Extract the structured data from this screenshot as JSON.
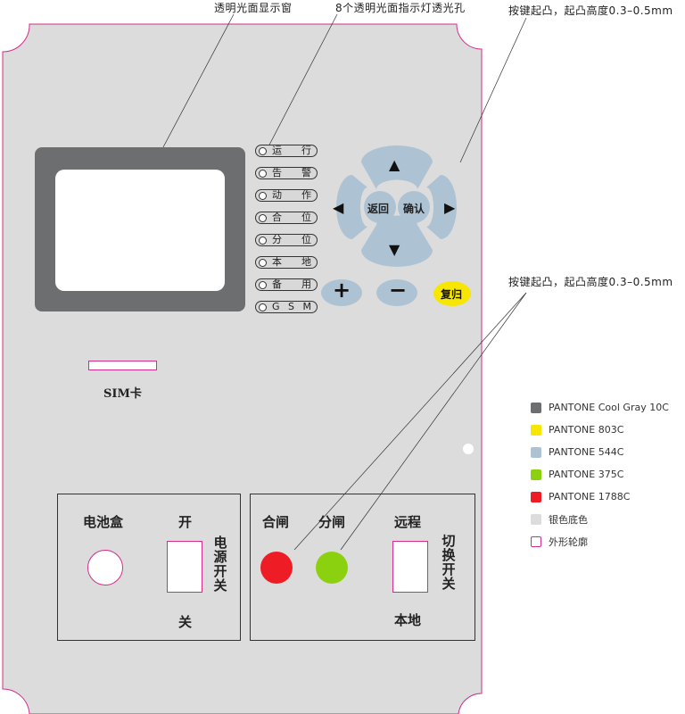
{
  "callouts": {
    "display_window": "透明光面显示窗",
    "indicator_holes": "8个透明光面指示灯透光孔",
    "raised_keys_top": "按键起凸，起凸高度0.3–0.5mm",
    "raised_keys_mid": "按键起凸，起凸高度0.3–0.5mm"
  },
  "indicators": [
    "运 行",
    "告 警",
    "动 作",
    "合 位",
    "分 位",
    "本 地",
    "备 用",
    "G S M"
  ],
  "keypad": {
    "up": "▲",
    "down": "▼",
    "left": "◀",
    "right": "▶",
    "back": "返回",
    "confirm": "确认",
    "plus": "+",
    "minus": "−",
    "reset": "复归"
  },
  "sim_label": "SIM卡",
  "battery_panel": {
    "battery_label": "电池盒",
    "on_label": "开",
    "off_label": "关",
    "power_switch_label": "电源开关"
  },
  "switch_panel": {
    "close_label": "合闸",
    "open_label": "分闸",
    "remote_label": "远程",
    "local_label": "本地",
    "mode_switch_label": "切换开关"
  },
  "legend": [
    {
      "label": "PANTONE  Cool Gray 10C",
      "color": "#6d6e70",
      "kind": "fill"
    },
    {
      "label": "PANTONE  803C",
      "color": "#f7e600",
      "kind": "fill"
    },
    {
      "label": "PANTONE  544C",
      "color": "#adc3d4",
      "kind": "fill"
    },
    {
      "label": "PANTONE  375C",
      "color": "#8cd10f",
      "kind": "fill"
    },
    {
      "label": "PANTONE  1788C",
      "color": "#ee1c25",
      "kind": "fill"
    },
    {
      "label": "银色底色",
      "color": "#dcdcdc",
      "kind": "fill"
    },
    {
      "label": "外形轮廓",
      "color": "#d12d8b",
      "kind": "outline"
    }
  ],
  "colors": {
    "panel_bg": "#dcdcdc",
    "outline": "#d12d8b",
    "frame": "#6d6e70",
    "key": "#adc3d4",
    "reset": "#f7e600",
    "close_button": "#ee1c25",
    "open_button": "#8cd10f"
  }
}
